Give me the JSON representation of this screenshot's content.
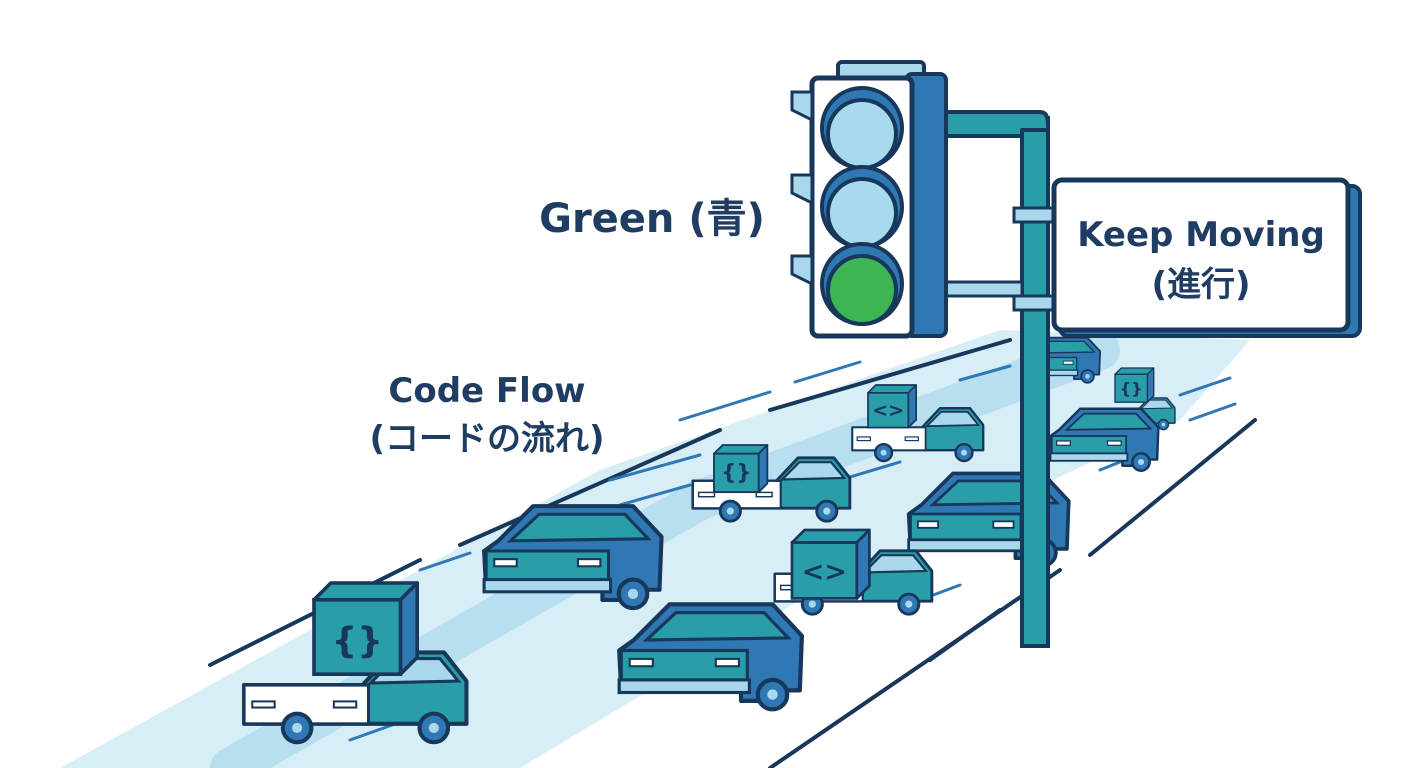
{
  "labels": {
    "signal_state": "Green (青)",
    "flow_line1": "Code Flow",
    "flow_line2": "(コードの流れ)",
    "sign_line1": "Keep Moving",
    "sign_line2": "(進行)"
  },
  "cargo_glyphs": {
    "braces": "{}",
    "angles": "<>"
  },
  "signal": {
    "lamps": [
      "off",
      "off",
      "on"
    ]
  },
  "colors": {
    "navy": "#1f3d63",
    "outline": "#17375b",
    "teal": "#2a9ea8",
    "blue": "#2f78b4",
    "light_blue": "#a9d8ec",
    "road": "#d7eef7",
    "lamp_on": "#3db553",
    "lamp_off": "#a8d9ee"
  }
}
